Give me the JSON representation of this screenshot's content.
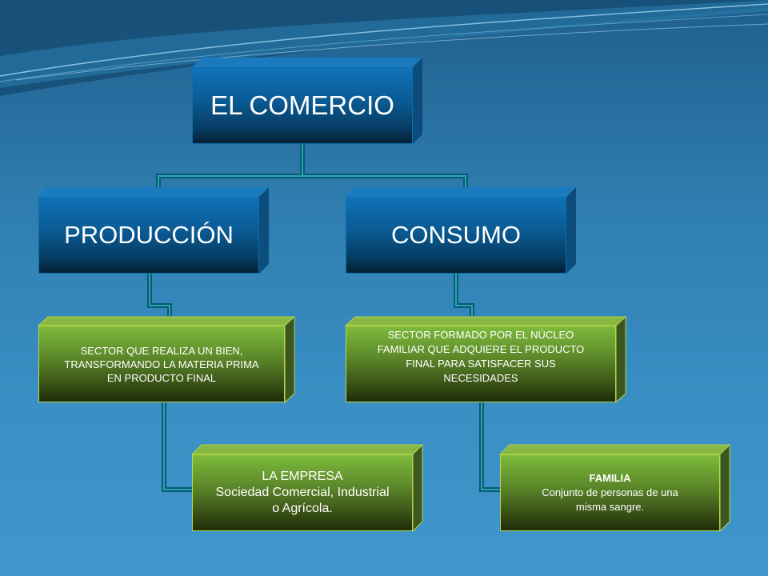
{
  "colors": {
    "blue_box": "#0a5a93",
    "green_box": "#5d8a2a",
    "connector": "#0d5a6e"
  },
  "root": {
    "label": "EL COMERCIO"
  },
  "produccion": {
    "label": "PRODUCCIÓN"
  },
  "consumo": {
    "label": "CONSUMO"
  },
  "produccion_desc": {
    "text": "SECTOR QUE REALIZA  UN BIEN,\nTRANSFORMANDO LA MATERIA PRIMA\nEN PRODUCTO FINAL"
  },
  "consumo_desc": {
    "text": "SECTOR FORMADO POR EL NÚCLEO\nFAMILIAR QUE ADQUIERE EL PRODUCTO\nFINAL PARA SATISFACER SUS\nNECESIDADES"
  },
  "empresa": {
    "title": "LA EMPRESA",
    "body": "Sociedad Comercial, Industrial\no Agrícola."
  },
  "familia": {
    "title": "FAMILIA",
    "body": "Conjunto de personas de una\nmisma sangre."
  }
}
